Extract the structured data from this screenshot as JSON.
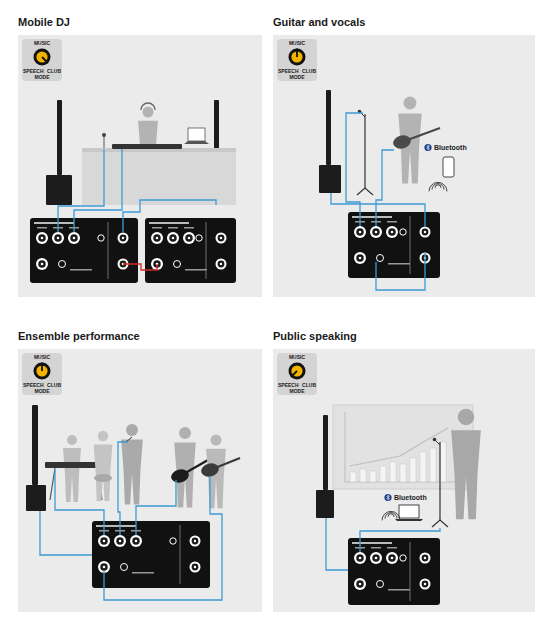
{
  "diagram": {
    "nodes": [
      {
        "text": [
          "Mobile DJ"
        ]
      },
      {
        "text": [
          "MUSIC",
          "SPEECH",
          "CLUB",
          "MODE"
        ],
        "in": 0
      },
      {
        "text": [
          "Guitar and vocals"
        ]
      },
      {
        "text": [
          "MUSIC",
          "SPEECH",
          "CLUB",
          "MODE"
        ],
        "in": 2
      },
      {
        "text": [
          "Ensemble performance"
        ]
      },
      {
        "text": [
          "MUSIC",
          "SPEECH",
          "CLUB",
          "MODE"
        ],
        "in": 4
      },
      {
        "text": [
          "Public speaking"
        ]
      },
      {
        "text": [
          "MUSIC",
          "SPEECH",
          "CLUB",
          "MODE"
        ],
        "in": 6
      }
    ],
    "labels": [
      "Bluetooth",
      "Bluetooth"
    ]
  }
}
